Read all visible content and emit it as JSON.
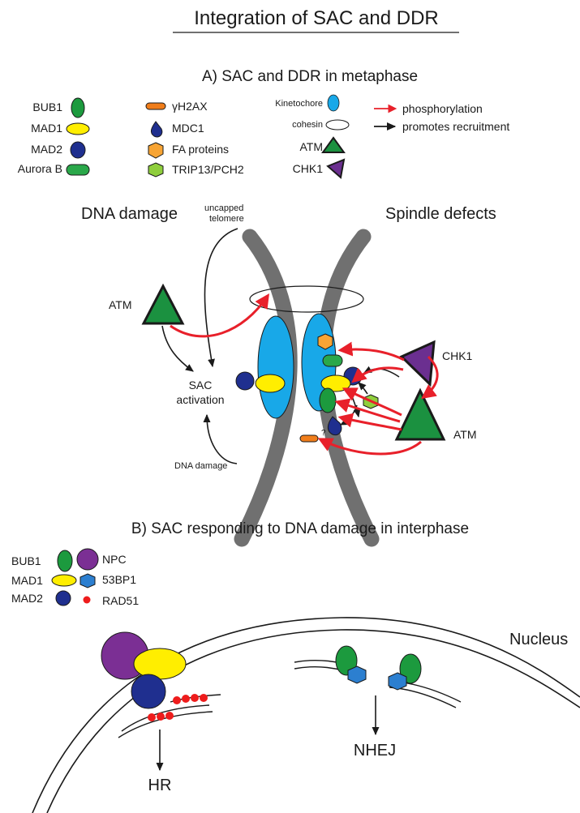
{
  "title": "Integration of SAC and DDR",
  "panel_a": {
    "heading": "A) SAC and DDR in metaphase",
    "legend_left": [
      "BUB1",
      "MAD1",
      "MAD2",
      "Aurora B"
    ],
    "legend_mid": [
      "γH2AX",
      "MDC1",
      "FA proteins",
      "TRIP13/PCH2"
    ],
    "legend_right": {
      "kinetochore": "Kinetochore",
      "cohesin": "cohesin",
      "atm": "ATM",
      "chk1": "CHK1"
    },
    "arrow_legend": {
      "phosphorylation": "phosphorylation",
      "recruitment": "promotes recruitment"
    },
    "side_labels": {
      "left": "DNA damage",
      "right": "Spindle defects"
    },
    "uncapped_line1": "uncapped",
    "uncapped_line2": "telomere",
    "atm_left": "ATM",
    "atm_right": "ATM",
    "chk1": "CHK1",
    "sac_line1": "SAC",
    "sac_line2": "activation",
    "dna_damage_small": "DNA damage",
    "question_mark": "?"
  },
  "panel_b": {
    "heading": "B) SAC responding to DNA damage in interphase",
    "legend_left": [
      "BUB1",
      "MAD1",
      "MAD2"
    ],
    "legend_right": [
      "NPC",
      "53BP1",
      "RAD51"
    ],
    "nucleus": "Nucleus",
    "hr": "HR",
    "nhej": "NHEJ"
  },
  "colors": {
    "bub1": "#1c9a3e",
    "mad1": "#ffee00",
    "mad2": "#1f2f8f",
    "aurora_b": "#2aa84a",
    "gh2ax": "#f07d1a",
    "mdc1": "#1f2f8f",
    "fa_proteins": "#f7a434",
    "trip13": "#8fce3c",
    "kinetochore": "#18a8e8",
    "atm": "#1b9140",
    "chk1": "#6b2f90",
    "npc": "#7b2f94",
    "bp53": "#2c7fd0",
    "rad51": "#ee1c1c",
    "phospho_arrow": "#e8202a",
    "chromosome": "#707070"
  }
}
